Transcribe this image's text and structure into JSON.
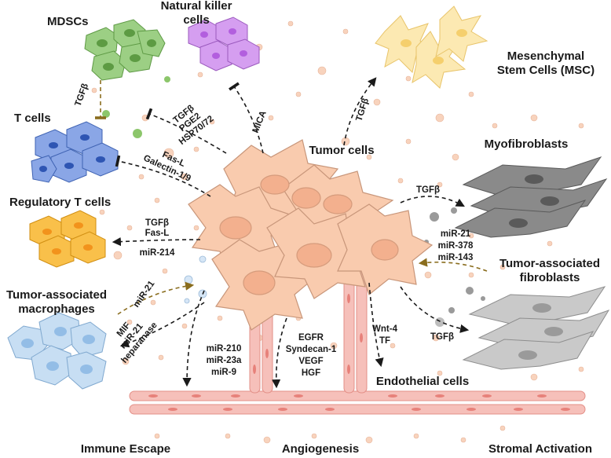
{
  "cells": {
    "mdscs": "MDSCs",
    "nk_line1": "Natural killer",
    "nk_line2": "cells",
    "t_cells": "T cells",
    "tregs": "Regulatory T cells",
    "tam_line1": "Tumor-associated",
    "tam_line2": "macrophages",
    "tumor": "Tumor cells",
    "msc_line1": "Mesenchymal",
    "msc_line2": "Stem Cells (MSC)",
    "myofibroblasts": "Myofibroblasts",
    "taf_line1": "Tumor-associated",
    "taf_line2": "fibroblasts",
    "endothelial": "Endothelial cells"
  },
  "factors": {
    "mdsc_tgfb": "TGFβ",
    "tc_tgfb": "TGFβ",
    "tc_pge2": "PGE2",
    "tc_hsp": "HSP70/72",
    "nk_mica": "MICA",
    "fasl_1": "Fas-L",
    "galectin": "Galectin-1/9",
    "treg_tgfb": "TGFβ",
    "treg_fasl": "Fas-L",
    "treg_mir214": "miR-214",
    "tam_mir21": "miR-21",
    "tam_mif": "MIF",
    "tam_mir21b": "miR-21",
    "tam_heparanase": "heparanase",
    "msc_tgfb": "TGFβ",
    "myo_tgfb": "TGFβ",
    "taf_mir21": "miR-21",
    "taf_mir378": "miR-378",
    "taf_mir143": "miR-143",
    "taf_tgfb": "TGFβ",
    "ang_mir210": "miR-210",
    "ang_mir23a": "miR-23a",
    "ang_mir9": "miR-9",
    "ang_egfr": "EGFR",
    "ang_syndecan": "Syndecan-1",
    "ang_vegf": "VEGF",
    "ang_hgf": "HGF",
    "endo_wnt4": "Wnt-4",
    "endo_tf": "TF"
  },
  "categories": {
    "immune": "Immune Escape",
    "angio": "Angiogenesis",
    "stromal": "Stromal Activation"
  },
  "colors": {
    "tumor_fill": "#f9cbae",
    "tumor_stroke": "#c8967a",
    "mdsc": "#9ccf84",
    "nk": "#c98be8",
    "tcell": "#7f9ee0",
    "treg": "#f9c04a",
    "tam": "#c7def3",
    "msc": "#fbe6a6",
    "myo": "#8a8a8a",
    "taf": "#c4c4c4",
    "vessel": "#f3a8a1",
    "arrow_brown": "#8a6d1e",
    "arrow_black": "#1a1a1a"
  }
}
